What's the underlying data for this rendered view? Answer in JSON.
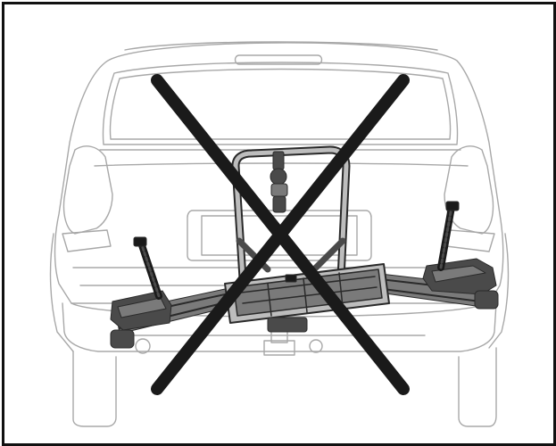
{
  "figure": {
    "background": "#ffffff",
    "border_color": "#111111",
    "vehicle_line_color": "#a8a8a8",
    "rack_fill_dark": "#4a4a4a",
    "rack_fill_mid": "#7a7a7a",
    "rack_fill_light": "#bdbdbd",
    "cross_color": "#1a1a1a",
    "elements": [
      {
        "name": "vehicle-rear-outline",
        "icon": "suv-rear-view"
      },
      {
        "name": "hitch-bike-rack",
        "icon": "platform-bike-rack"
      },
      {
        "name": "prohibition-cross",
        "icon": "x-mark-icon"
      }
    ]
  }
}
